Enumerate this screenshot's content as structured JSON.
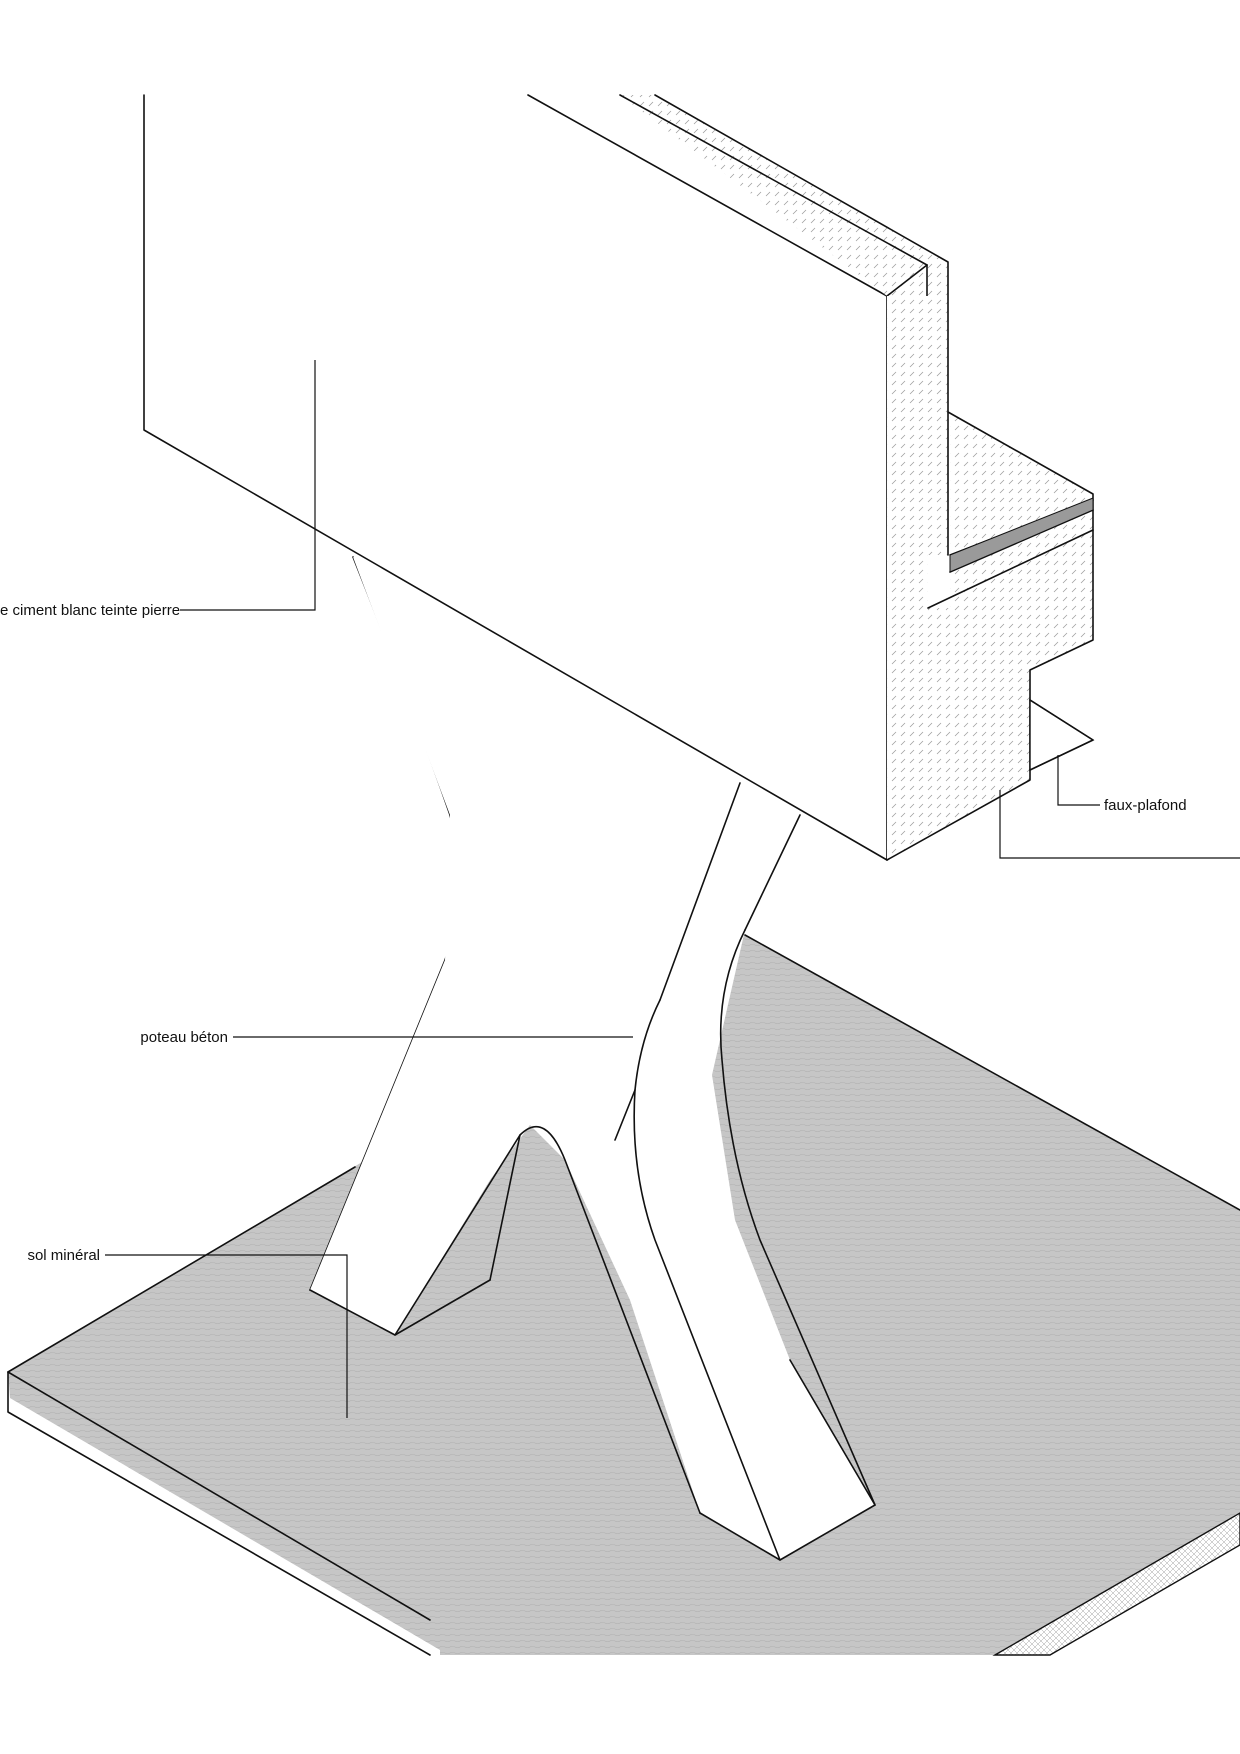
{
  "labels": {
    "enduit": "e ciment blanc teinte pierre",
    "faux_plafond": "faux-plafond",
    "poteau": "poteau béton",
    "sol": "sol minéral"
  },
  "colors": {
    "line": "#111111",
    "floor_fill": "#c9c9c9",
    "insulation_fill": "#eeeeee",
    "background": "#ffffff"
  }
}
